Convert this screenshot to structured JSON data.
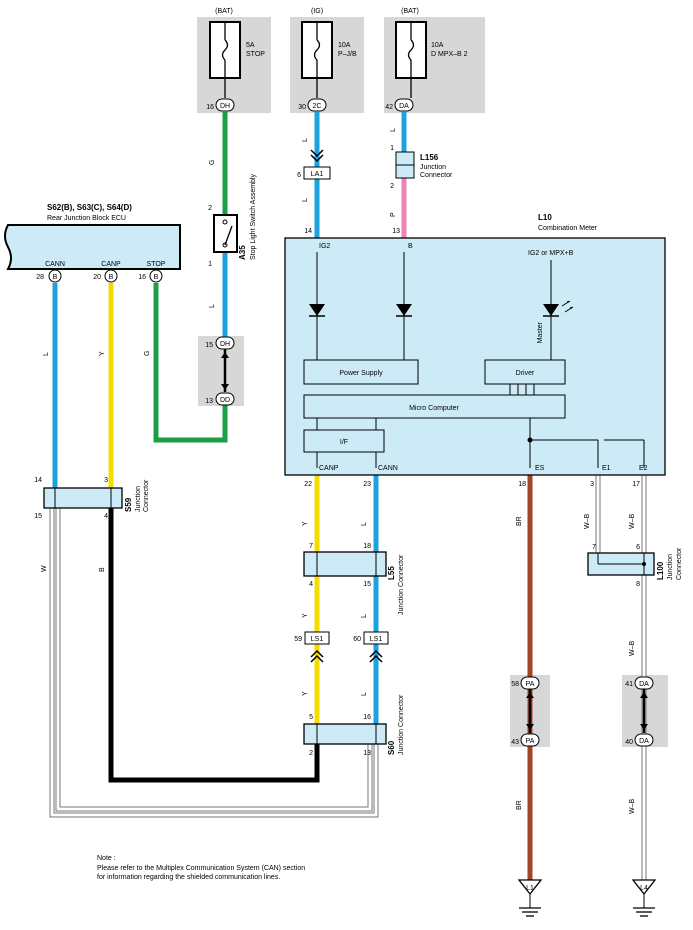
{
  "fuses": [
    {
      "source": "(BAT)",
      "rating": "5A",
      "name": "STOP",
      "pin": "16",
      "code": "DH"
    },
    {
      "source": "(IG)",
      "rating": "10A",
      "name": "P–J/B",
      "pin": "30",
      "code": "2C"
    },
    {
      "source": "(BAT)",
      "rating": "10A",
      "name": "D MPX–B 2",
      "pin": "42",
      "code": "DA"
    }
  ],
  "rear_ecu": {
    "id": "S62(B), S63(C), S64(D)",
    "name": "Rear Junction Block ECU",
    "pins": [
      {
        "label": "CANN",
        "pin": "28",
        "code": "B"
      },
      {
        "label": "CANP",
        "pin": "20",
        "code": "B"
      },
      {
        "label": "STOP",
        "pin": "16",
        "code": "B"
      }
    ]
  },
  "stop_switch": {
    "id": "A35",
    "name": "Stop Light Switch Assembly",
    "pin_top": "2",
    "pin_bottom": "1"
  },
  "connector_dh_dd": {
    "top_pin": "15",
    "top_code": "DH",
    "bottom_pin": "13",
    "bottom_code": "DD"
  },
  "la1": {
    "pin": "6",
    "code": "LA1"
  },
  "l156": {
    "id": "L156",
    "name1": "Junction",
    "name2": "Connector",
    "pin_top": "1",
    "pin_bottom": "2"
  },
  "meter": {
    "id": "L10",
    "name": "Combination Meter",
    "in_left": "IG2",
    "in_mid": "B",
    "in_right": "IG2 or MPX+B",
    "master": "Master",
    "power": "Power Supply",
    "driver": "Driver",
    "micro": "Micro Computer",
    "iface": "I/F",
    "out_canp": "CANP",
    "out_cann": "CANN",
    "out_es": "ES",
    "out_e1": "E1",
    "out_e2": "E2",
    "pin_ig2": "14",
    "pin_b": "13",
    "pin_canp": "22",
    "pin_cann": "23",
    "pin_es": "18",
    "pin_e1": "3",
    "pin_e2": "17"
  },
  "s59": {
    "id": "S59",
    "name1": "Junction",
    "name2": "Connector",
    "pins": [
      "14",
      "3",
      "15",
      "4"
    ]
  },
  "l55": {
    "id": "L55",
    "name": "Junction Connector",
    "pins": [
      "7",
      "18",
      "4",
      "15"
    ]
  },
  "ls1": [
    {
      "pin": "59",
      "code": "LS1"
    },
    {
      "pin": "60",
      "code": "LS1"
    }
  ],
  "s60": {
    "id": "S60",
    "name": "Junction Connector",
    "pins": [
      "5",
      "16",
      "2",
      "13"
    ]
  },
  "l100": {
    "id": "L100",
    "name1": "Junction",
    "name2": "Connector",
    "pins": [
      "7",
      "6",
      "8"
    ]
  },
  "pa": {
    "top_pin": "58",
    "top_code": "PA",
    "bottom_pin": "43",
    "bottom_code": "PA"
  },
  "da": {
    "top_pin": "41",
    "top_code": "DA",
    "bottom_pin": "40",
    "bottom_code": "DA"
  },
  "grounds": [
    "L1",
    "L4"
  ],
  "wires": {
    "L": "L",
    "G": "G",
    "Y": "Y",
    "P": "P",
    "W": "W",
    "B": "B",
    "BR": "BR",
    "WB": "W–B"
  },
  "wire_colors": {
    "L": "#1aa3e0",
    "G": "#1a9e46",
    "Y": "#f5dc00",
    "P": "#ee82b4",
    "B": "#000000",
    "BR": "#a1452b",
    "W": "#ffffff",
    "fill": "#cdebf7",
    "grey": "#d7d7d7"
  },
  "note": {
    "title": "Note :",
    "line1": "Please refer to the Multiplex Communication System (CAN) section",
    "line2": "for information regarding the shielded communication lines."
  }
}
